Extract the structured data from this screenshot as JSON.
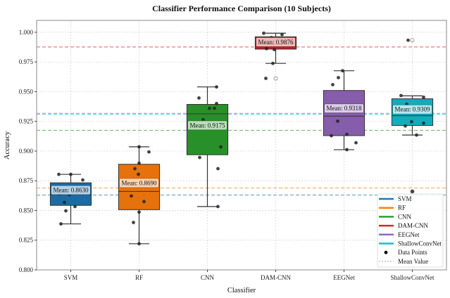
{
  "chart_data": {
    "type": "box",
    "title": "Classifier Performance Comparison (10 Subjects)",
    "xlabel": "Classifier",
    "ylabel": "Accuracy",
    "ylim": [
      0.8,
      1.01
    ],
    "yticks": [
      "0.800",
      "0.825",
      "0.850",
      "0.875",
      "0.900",
      "0.925",
      "0.950",
      "0.975",
      "1.000"
    ],
    "grid": true,
    "legend_position": "lower-right",
    "categories": [
      "SVM",
      "RF",
      "CNN",
      "DAM-CNN",
      "EEGNet",
      "ShallowConvNet"
    ],
    "series": [
      {
        "name": "SVM",
        "color": "#1f77b4",
        "mean": 0.863,
        "mean_label": "Mean: 0.8630",
        "box": {
          "whisker_low": 0.8387,
          "q1": 0.8543,
          "median": 0.8633,
          "q3": 0.8733,
          "whisker_high": 0.8804
        },
        "outliers": [],
        "points": [
          0.8804,
          0.8804,
          0.8757,
          0.8639,
          0.8633,
          0.8568,
          0.8533,
          0.8497,
          0.8387,
          0.867
        ]
      },
      {
        "name": "RF",
        "color": "#ff7f0e",
        "mean": 0.869,
        "mean_label": "Mean: 0.8690",
        "box": {
          "whisker_low": 0.822,
          "q1": 0.8507,
          "median": 0.866,
          "q3": 0.8889,
          "whisker_high": 0.9036
        },
        "outliers": [],
        "points": [
          0.9036,
          0.8993,
          0.8898,
          0.8852,
          0.8805,
          0.8622,
          0.8575,
          0.8486,
          0.8399,
          0.822
        ]
      },
      {
        "name": "CNN",
        "color": "#2ca02c",
        "mean": 0.9175,
        "mean_label": "Mean: 0.9175",
        "box": {
          "whisker_low": 0.8533,
          "q1": 0.8969,
          "median": 0.9313,
          "q3": 0.9393,
          "whisker_high": 0.954
        },
        "outliers": [],
        "points": [
          0.954,
          0.9447,
          0.94,
          0.936,
          0.936,
          0.9265,
          0.9035,
          0.8946,
          0.8852,
          0.8533
        ]
      },
      {
        "name": "DAM-CNN",
        "color": "#d62728",
        "mean": 0.9876,
        "mean_label": "Mean: 0.9876",
        "box": {
          "whisker_low": 0.9738,
          "q1": 0.9858,
          "median": 0.99,
          "q3": 0.9962,
          "whisker_high": 0.9992
        },
        "outliers": [
          0.9612
        ],
        "points": [
          0.9992,
          0.998,
          0.9913,
          0.991,
          0.9862,
          0.9854,
          0.9738,
          0.9612,
          0.9955,
          0.9946
        ]
      },
      {
        "name": "EEGNet",
        "color": "#9467bd",
        "mean": 0.9318,
        "mean_label": "Mean: 0.9318",
        "box": {
          "whisker_low": 0.9012,
          "q1": 0.913,
          "median": 0.9294,
          "q3": 0.951,
          "whisker_high": 0.9676
        },
        "outliers": [],
        "points": [
          0.9676,
          0.9618,
          0.9559,
          0.9343,
          0.9252,
          0.9129,
          0.914,
          0.907,
          0.9012,
          0.938
        ]
      },
      {
        "name": "ShallowConvNet",
        "color": "#17becf",
        "mean": 0.9309,
        "mean_label": "Mean: 0.9309",
        "box": {
          "whisker_low": 0.9135,
          "q1": 0.9215,
          "median": 0.9298,
          "q3": 0.944,
          "whisker_high": 0.9465
        },
        "outliers": [
          0.9933,
          0.866
        ],
        "points": [
          0.9467,
          0.9453,
          0.9394,
          0.9247,
          0.9235,
          0.9211,
          0.9135,
          0.9933,
          0.866,
          0.9355
        ]
      }
    ],
    "legend": {
      "items": [
        "SVM",
        "RF",
        "CNN",
        "DAM-CNN",
        "EEGNet",
        "ShallowConvNet"
      ],
      "points_label": "Data Points",
      "mean_label": "Mean Value"
    }
  }
}
